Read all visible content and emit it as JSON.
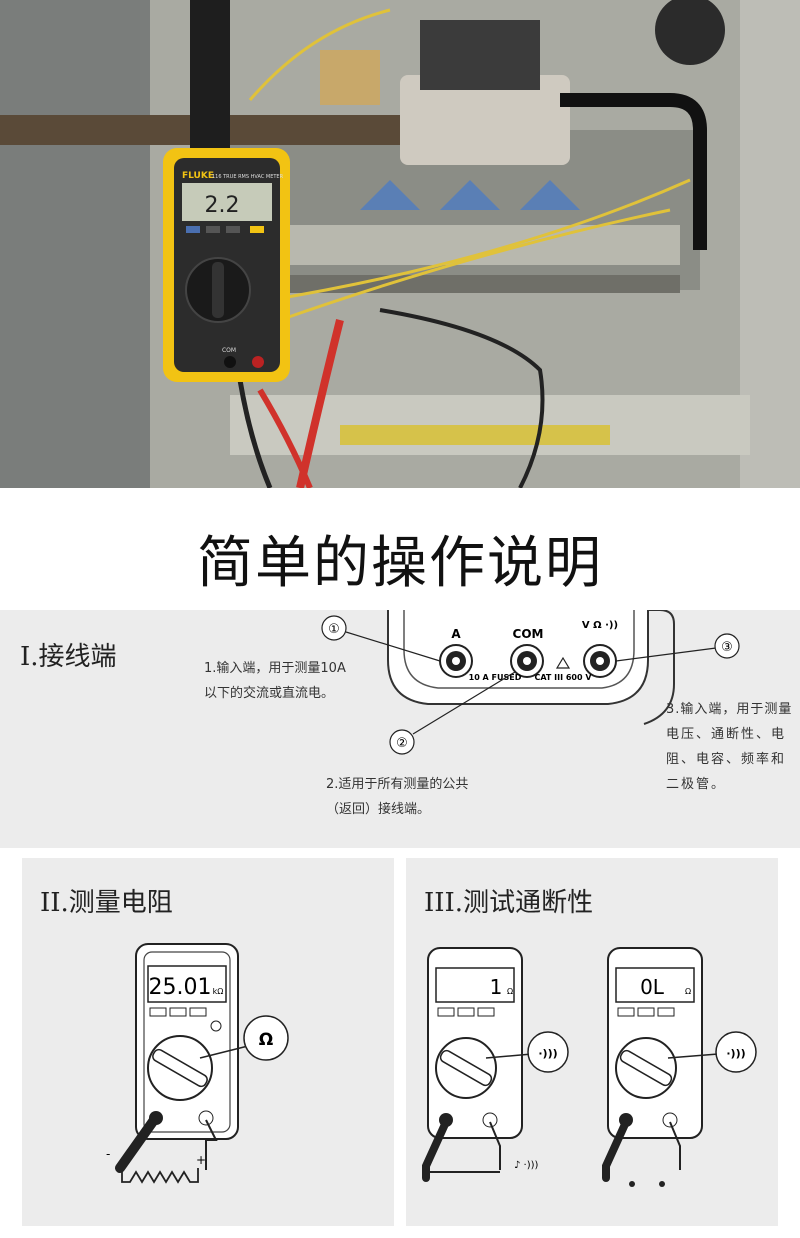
{
  "meter_photo": {
    "brand": "FLUKE",
    "model": "116 TRUE RMS HVAC METER",
    "display_value": "2.2",
    "terminal_label": "COM"
  },
  "page_title": "简单的操作说明",
  "section1": {
    "heading": "I.接线端",
    "callout_1_number": "①",
    "callout_2_number": "②",
    "callout_3_number": "③",
    "terminal_a": "A",
    "terminal_com": "COM",
    "terminal_v": "V Ω ·))",
    "fused_label": "10 A FUSED",
    "cat_label": "CAT III 600 V",
    "note1_line1": "1.输入端，用于测量10A",
    "note1_line2": "以下的交流或直流电。",
    "note2_line1": "2.适用于所有测量的公共",
    "note2_line2": "（返回）接线端。",
    "note3_line1": "3.输入端，用于测量",
    "note3_line2": "电压、通断性、电",
    "note3_line3": "阻、电容、频率和",
    "note3_line4": "二极管。"
  },
  "section2": {
    "heading": "II.测量电阻",
    "display": "25.01",
    "unit": "kΩ",
    "dial_symbol": "Ω"
  },
  "section3": {
    "heading": "III.测试通断性",
    "meter1_display": "1",
    "meter1_unit": "Ω",
    "meter2_display": "0L",
    "meter2_unit": "Ω",
    "dial_symbol": "·)))"
  }
}
